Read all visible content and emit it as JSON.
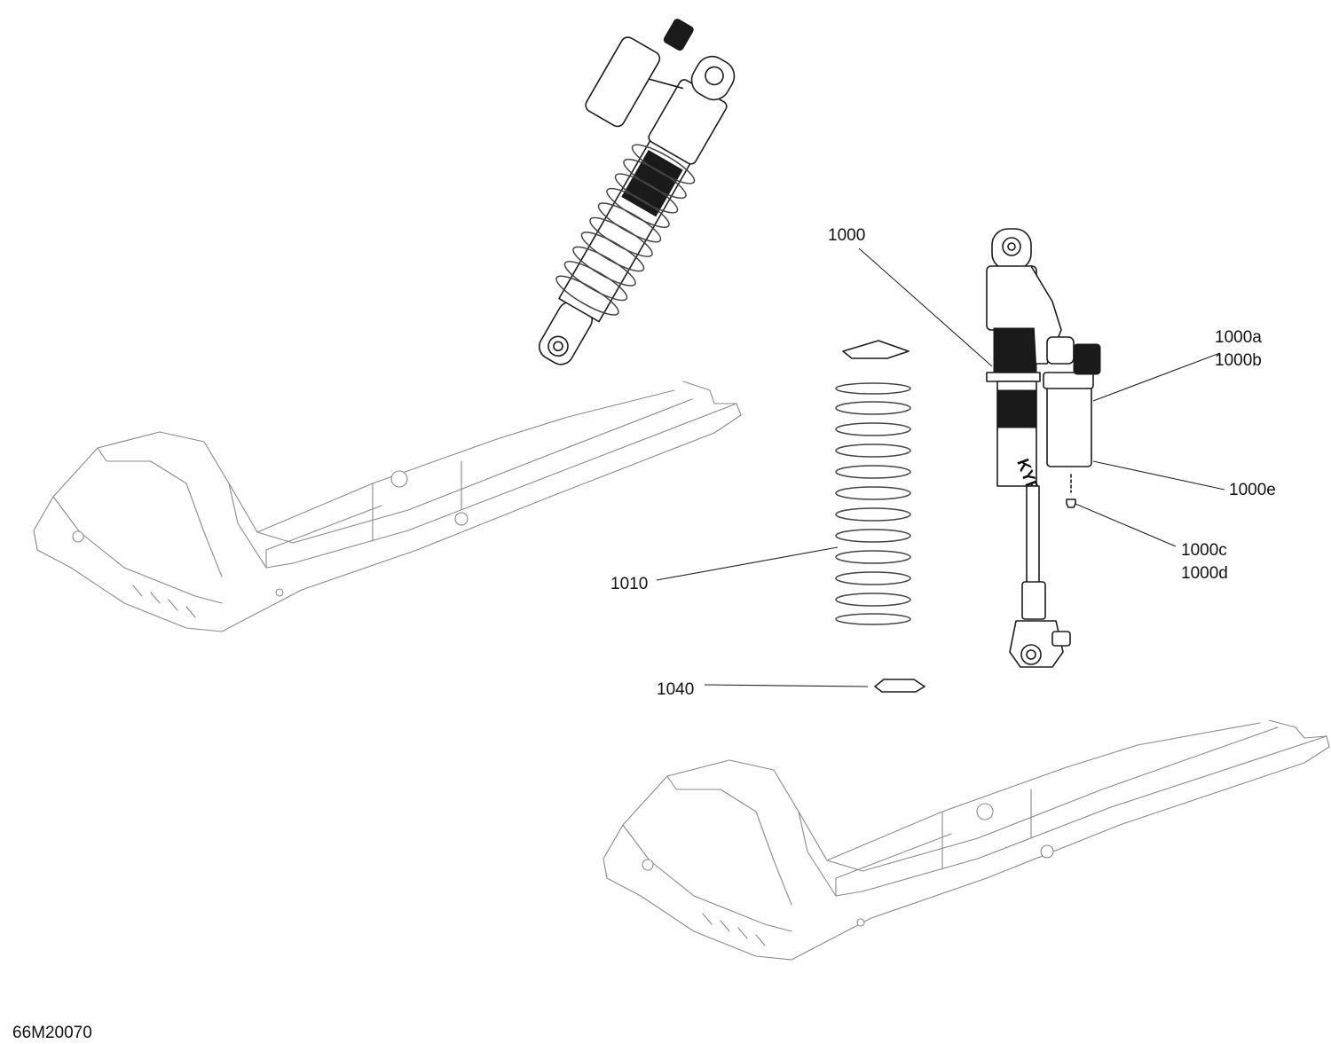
{
  "diagram": {
    "figure_code": "66M20070",
    "callouts": [
      {
        "id": "1000",
        "lines": [
          "1000"
        ]
      },
      {
        "id": "1000ab",
        "lines": [
          "1000a",
          "1000b"
        ]
      },
      {
        "id": "1000e",
        "lines": [
          "1000e"
        ]
      },
      {
        "id": "1000cd",
        "lines": [
          "1000c",
          "1000d"
        ]
      },
      {
        "id": "1010",
        "lines": [
          "1010"
        ]
      },
      {
        "id": "1040",
        "lines": [
          "1040"
        ]
      }
    ],
    "logo_text": "KYB"
  }
}
